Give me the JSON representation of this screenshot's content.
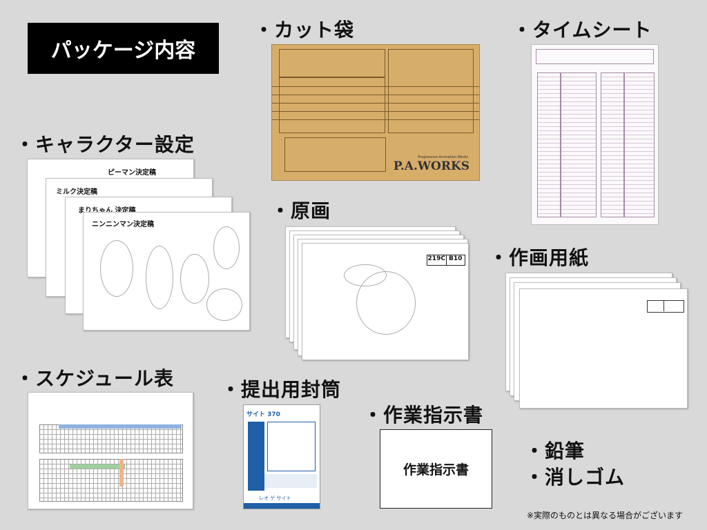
{
  "title": "パッケージ内容",
  "items": {
    "cut_bag": "・カット袋",
    "time_sheet": "・タイムシート",
    "character_settings": "・キャラクター設定",
    "genga": "・原画",
    "drawing_paper": "・作画用紙",
    "schedule": "・スケジュール表",
    "submission_envelope": "・提出用封筒",
    "work_instruction": "・作業指示書",
    "pencil": "・鉛筆",
    "eraser": "・消しゴム"
  },
  "character_sheets": [
    "ピーマン決定稿",
    "ミルク決定稿",
    "まりちゃん 決定稿",
    "ニンニンマン決定稿"
  ],
  "envelope_brand": "P.A.WORKS",
  "envelope_sub": "Progressive Animation Works",
  "genga_tag": [
    "219C",
    "B10"
  ],
  "instruction_text": "作業指示書",
  "shipping": {
    "top": "サイト 370",
    "bottom": "レオ ゲ サイト"
  },
  "note": "※実際のものとは異なる場合がございます",
  "colors": {
    "background": "#d9d9d9",
    "envelope": "#d7ad6a",
    "title_bg": "#000000",
    "shipping_blue": "#1f5fa8"
  }
}
